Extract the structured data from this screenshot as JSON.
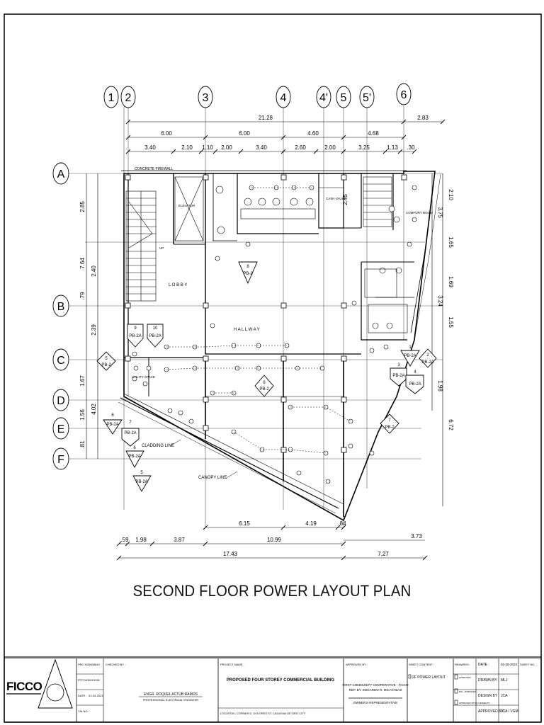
{
  "sheet": {
    "title": "SECOND FLOOR POWER LAYOUT PLAN"
  },
  "grid": {
    "columns": [
      "1",
      "2",
      "3",
      "4",
      "4'",
      "5",
      "5'",
      "6"
    ],
    "rows": [
      "A",
      "B",
      "C",
      "D",
      "E",
      "F"
    ]
  },
  "dimensions": {
    "top_total": "21.28",
    "top_right": "2.83",
    "row2": [
      "6.00",
      "6.00",
      "4.60",
      "4.68"
    ],
    "row3": [
      "3.40",
      "2.10",
      "1.10",
      "2.00",
      "3.40",
      "2.60",
      "2.00",
      "3.25",
      "1.13",
      ".30"
    ],
    "left_outer": [
      "2.85",
      "7.64",
      "2.40",
      ".79",
      "2.39",
      "1.67",
      "4.02",
      "1.56",
      ".81"
    ],
    "right": [
      "2.10",
      "3.75",
      "1.65",
      "1.69",
      "3.24",
      "1.55",
      "1.98",
      "6.72"
    ],
    "inner_right": "2.45",
    "bottom_mid": [
      "6.15",
      "4.19",
      ".84"
    ],
    "bottom_row1": [
      ".59",
      "1.98",
      "3.87",
      "10.99"
    ],
    "bottom_right": "3.73",
    "bottom_total": [
      "17.43",
      "7.27"
    ]
  },
  "rooms": {
    "firewall": "CONCRETE FIREWALL",
    "elevator": "ELEVATOR",
    "lobby": "L O B B Y",
    "hallway": "H A L L W A Y",
    "cash_vault": "CASH VAULT",
    "utility": "UTILITY SPACE",
    "comfort": "COMFORT ROOM",
    "cladding": "CLADDING LINE",
    "canopy": "CANOPY LINE",
    "up": "UP"
  },
  "panel_tags": [
    {
      "num": "8",
      "label": "PB-2"
    },
    {
      "num": "9",
      "label": "PB-2A"
    },
    {
      "num": "10",
      "label": "PB-2A"
    },
    {
      "num": "5",
      "label": "PB-2"
    },
    {
      "num": "6",
      "label": "PB-2"
    },
    {
      "num": "8",
      "label": "PB-2A"
    },
    {
      "num": "7",
      "label": "PB-2A"
    },
    {
      "num": "6",
      "label": "PB-2A"
    },
    {
      "num": "5",
      "label": "PB-2A"
    },
    {
      "num": "3",
      "label": "PB-2A"
    },
    {
      "num": "4",
      "label": "PB-2A"
    },
    {
      "num": "1",
      "label": "PB-2A"
    },
    {
      "num": "2",
      "label": "PB-2A"
    },
    {
      "num": "7",
      "label": "PB-2"
    }
  ],
  "title_block": {
    "logo": "FICCO",
    "prc_no_label": "PRC NO. :",
    "prc_no": "0008643",
    "ptr_no_label": "PTR NO. :",
    "ptr_no": "2213138",
    "date_label": "DATE :",
    "date": "01-03-2023",
    "tin_label": "TIN NO. :",
    "checked_by_label": "CHECKED BY :",
    "engineer": "ENGR. ROQUEL ACTUB RAMOS",
    "engineer_role": "PROFESSIONAL ELECTRICAL ENGINEER",
    "project_label": "PROJECT NAME :",
    "project": "PROPOSED FOUR STOREY COMMERCIAL BUILDING",
    "location_label": "LOCATION :",
    "location": "CORNER D. DOLORES ST. CAGAYAN DE ORO CITY",
    "approved_label": "APPROVED BY :",
    "owner1": "FIRST COMMUNITY COOPERATIVE - FICCO",
    "owner2": "REP. BY: EDGARDO R. MICAYABAS",
    "owner_role": "OWNER'S REPRESENTATIVE",
    "sheet_content_label": "SHEET CONTENT :",
    "sheet_content": "2F POWER LAYOUT",
    "remarks_label": "REMARKS :",
    "remark1": "APPROVED",
    "remark2": "DIS - APPROVED",
    "remark3": "APPROVED WITH COMMENTS",
    "date2_label": "DATE :",
    "date2": "02-28-2023",
    "drawn_label": "DRAWN BY :",
    "drawn": "MLJ",
    "design_label": "DESIGN BY :",
    "design": "JCA",
    "approved2_label": "APPROVED BY :",
    "approved2": "JCA / VGM",
    "sheet_no_label": "SHEET NO. :"
  }
}
